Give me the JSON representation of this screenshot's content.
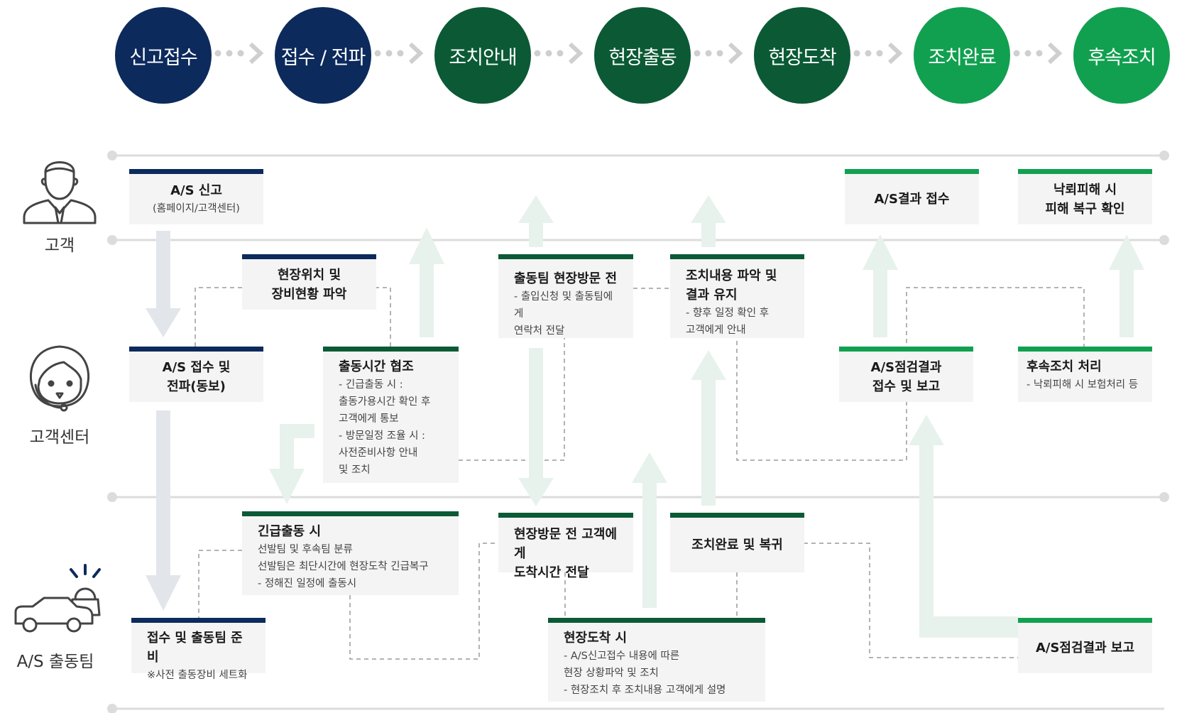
{
  "steps": [
    {
      "label": "신고접수",
      "color": "#0c2a5c"
    },
    {
      "label": "접수 / 전파",
      "color": "#0c2a5c"
    },
    {
      "label": "조치안내",
      "color": "#0b5a35"
    },
    {
      "label": "현장출동",
      "color": "#0b5a35"
    },
    {
      "label": "현장도착",
      "color": "#0b5a35"
    },
    {
      "label": "조치완료",
      "color": "#11a050"
    },
    {
      "label": "후속조치",
      "color": "#11a050"
    }
  ],
  "actors": {
    "customer": {
      "label": "고객",
      "icon": "businessman-icon"
    },
    "center": {
      "label": "고객센터",
      "icon": "headset-operator-icon"
    },
    "team": {
      "label": "A/S 출동팀",
      "icon": "emergency-vehicle-icon"
    }
  },
  "boxes": {
    "as_report": {
      "title": "A/S 신고",
      "sub": "(홈페이지/고객센터)"
    },
    "result_receive": {
      "title": "A/S결과 접수"
    },
    "damage_confirm": {
      "title": "낙뢰피해 시\n피해 복구 확인"
    },
    "location_check": {
      "title": "현장위치 및\n장비현황 파악"
    },
    "pre_visit": {
      "title": "출동팀 현장방문 전",
      "sub": "- 출입신청 및 출동팀에게\n   연락처 전달"
    },
    "action_result": {
      "title": "조치내용 파악 및\n결과 유지",
      "sub": "- 향후 일정 확인 후\n   고객에게 안내"
    },
    "receive_spread": {
      "title": "A/S 접수 및\n전파(동보)"
    },
    "dispatch_coord": {
      "title": "출동시간 협조",
      "sub": "- 긴급출동 시 :\n   출동가용시간 확인 후\n   고객에게 통보\n- 방문일정 조율 시 :\n   사전준비사항 안내\n   및 조치"
    },
    "inspect_receive": {
      "title": "A/S점검결과\n접수 및 보고"
    },
    "followup": {
      "title": "후속조치 처리",
      "sub": "- 낙뢰피해 시 보험처리 등"
    },
    "emergency": {
      "title": "긴급출동 시",
      "sub": "선발팀 및 후속팀 분류\n선발팀은 최단시간에 현장도착 긴급복구\n- 정해진 일정에 출동시"
    },
    "arrival_notice": {
      "title": "현장방문 전 고객에게\n도착시간 전달"
    },
    "complete_return": {
      "title": "조치완료 및 복귀"
    },
    "team_prepare": {
      "title": "접수 및 출동팀 준비",
      "sub": "※사전 출동장비 세트화"
    },
    "on_site": {
      "title": "현장도착 시",
      "sub": "- A/S신고접수 내용에 따른\n   현장 상황파악 및 조치\n- 현장조치 후 조치내용 고객에게 설명"
    },
    "inspect_report": {
      "title": "A/S점검결과 보고"
    }
  }
}
